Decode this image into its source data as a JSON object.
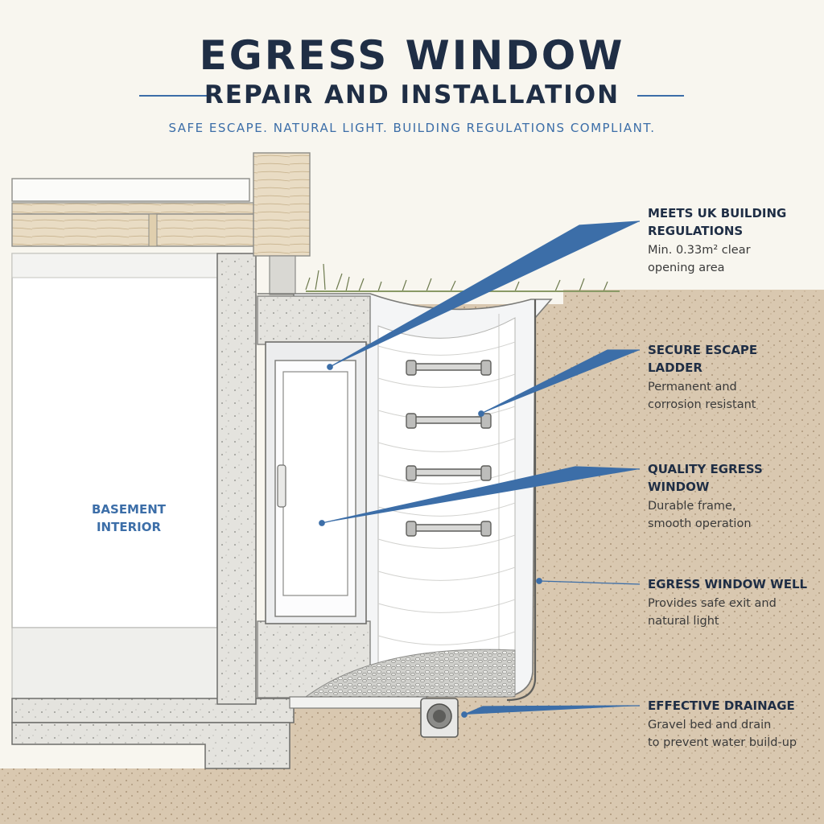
{
  "header": {
    "title": "EGRESS WINDOW",
    "subtitle": "REPAIR AND INSTALLATION",
    "tagline": "SAFE ESCAPE. NATURAL LIGHT. BUILDING REGULATIONS COMPLIANT."
  },
  "diagram": {
    "basement_label_line1": "BASEMENT",
    "basement_label_line2": "INTERIOR",
    "accent_color": "#3c6ea8",
    "text_color": "#1f2e45"
  },
  "callouts": [
    {
      "heading_line1": "MEETS UK BUILDING",
      "heading_line2": "REGULATIONS",
      "body_line1": "Min. 0.33m² clear",
      "body_line2": "opening area"
    },
    {
      "heading_line1": "SECURE ESCAPE",
      "heading_line2": "LADDER",
      "body_line1": "Permanent and",
      "body_line2": "corrosion resistant"
    },
    {
      "heading_line1": "QUALITY EGRESS",
      "heading_line2": "WINDOW",
      "body_line1": "Durable frame,",
      "body_line2": "smooth operation"
    },
    {
      "heading_line1": "EGRESS WINDOW WELL",
      "heading_line2": "",
      "body_line1": "Provides safe exit and",
      "body_line2": "natural light"
    },
    {
      "heading_line1": "EFFECTIVE DRAINAGE",
      "heading_line2": "",
      "body_line1": "Gravel bed and drain",
      "body_line2": "to prevent water build-up"
    }
  ]
}
